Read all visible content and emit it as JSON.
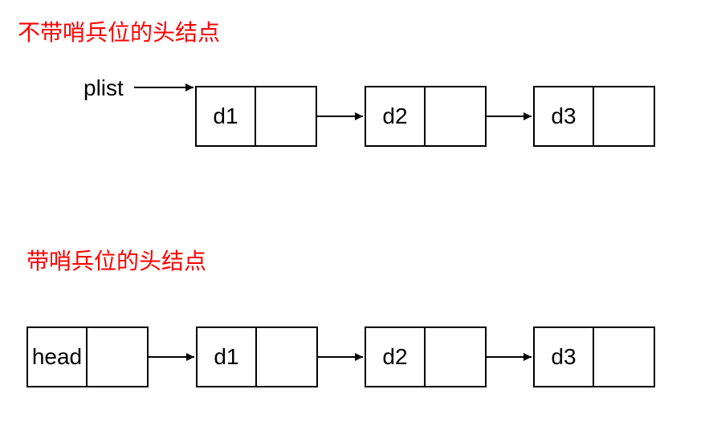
{
  "colors": {
    "title": "#ff0000",
    "line": "#000000",
    "label": "#000000",
    "background": "#ffffff"
  },
  "sections": [
    {
      "title": "不带哨兵位的头结点",
      "pointer_label": "plist",
      "nodes": [
        {
          "value": "d1"
        },
        {
          "value": "d2"
        },
        {
          "value": "d3"
        }
      ]
    },
    {
      "title": "带哨兵位的头结点",
      "nodes": [
        {
          "value": "head"
        },
        {
          "value": "d1"
        },
        {
          "value": "d2"
        },
        {
          "value": "d3"
        }
      ]
    }
  ]
}
